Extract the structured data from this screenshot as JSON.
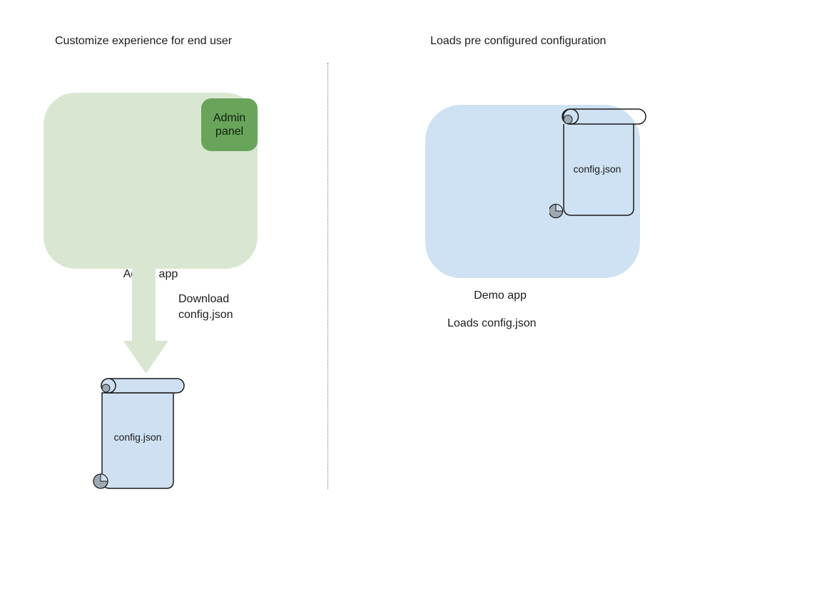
{
  "left_panel": {
    "heading": "Customize experience for end user",
    "admin_app_label": "Admin app",
    "admin_panel_label": "Admin panel",
    "download_label": "Download\nconfig.json",
    "config_file_label": "config.json"
  },
  "right_panel": {
    "heading": "Loads pre configured configuration",
    "demo_app_label": "Demo app",
    "config_file_label": "config.json",
    "caption": "Loads config.json"
  },
  "palette": {
    "background": "#ffffff",
    "admin_app_fill": "#d9e7d2",
    "admin_panel_fill": "#68a55a",
    "arrow_fill": "#d9e7d2",
    "demo_app_fill": "#cfe2f3",
    "scroll_fill": "#cfe0f2",
    "scroll_curl_fill": "#9fa9b3",
    "outline": "#1b1b1b",
    "text": "#1c1c1c",
    "divider_dots": "#6f6f6f"
  }
}
